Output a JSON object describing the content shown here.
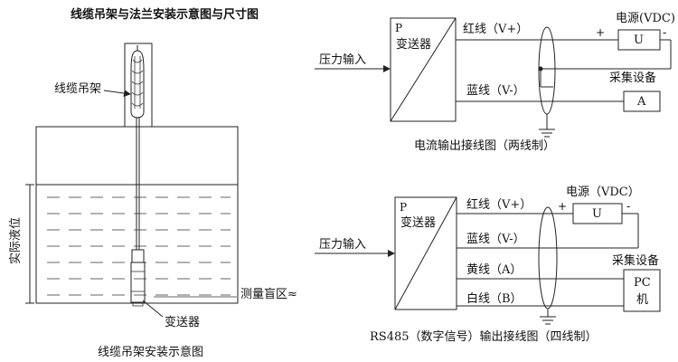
{
  "left": {
    "title": "线缆吊架与法兰安装示意图与尺寸图",
    "hanger_label": "线缆吊架",
    "level_label": "实际液位",
    "blind_zone_label": "测量盲区≈",
    "transmitter_label": "变送器",
    "caption": "线缆吊架安装示意图"
  },
  "top_circuit": {
    "input_label": "压力输入",
    "box_letter": "P",
    "box_name": "变送器",
    "red_wire": "红线（V+）",
    "blue_wire": "蓝线（V-）",
    "power_label": "电源(VDC)",
    "power_box": "U",
    "plus": "+",
    "minus": "-",
    "device_label": "采集设备",
    "device_box": "A",
    "caption": "电流输出接线图（两线制）"
  },
  "bottom_circuit": {
    "input_label": "压力输入",
    "box_letter": "P",
    "box_name": "变送器",
    "red_wire": "红线（V+）",
    "blue_wire": "蓝线（V-）",
    "yellow_wire": "黄线（A）",
    "white_wire": "白线（B）",
    "power_label": "电源（VDC）",
    "power_box": "U",
    "plus": "+",
    "minus": "-",
    "device_label": "采集设备",
    "device_box_line1": "PC",
    "device_box_line2": "机",
    "caption": "RS485（数字信号）输出接线图（四线制）"
  }
}
